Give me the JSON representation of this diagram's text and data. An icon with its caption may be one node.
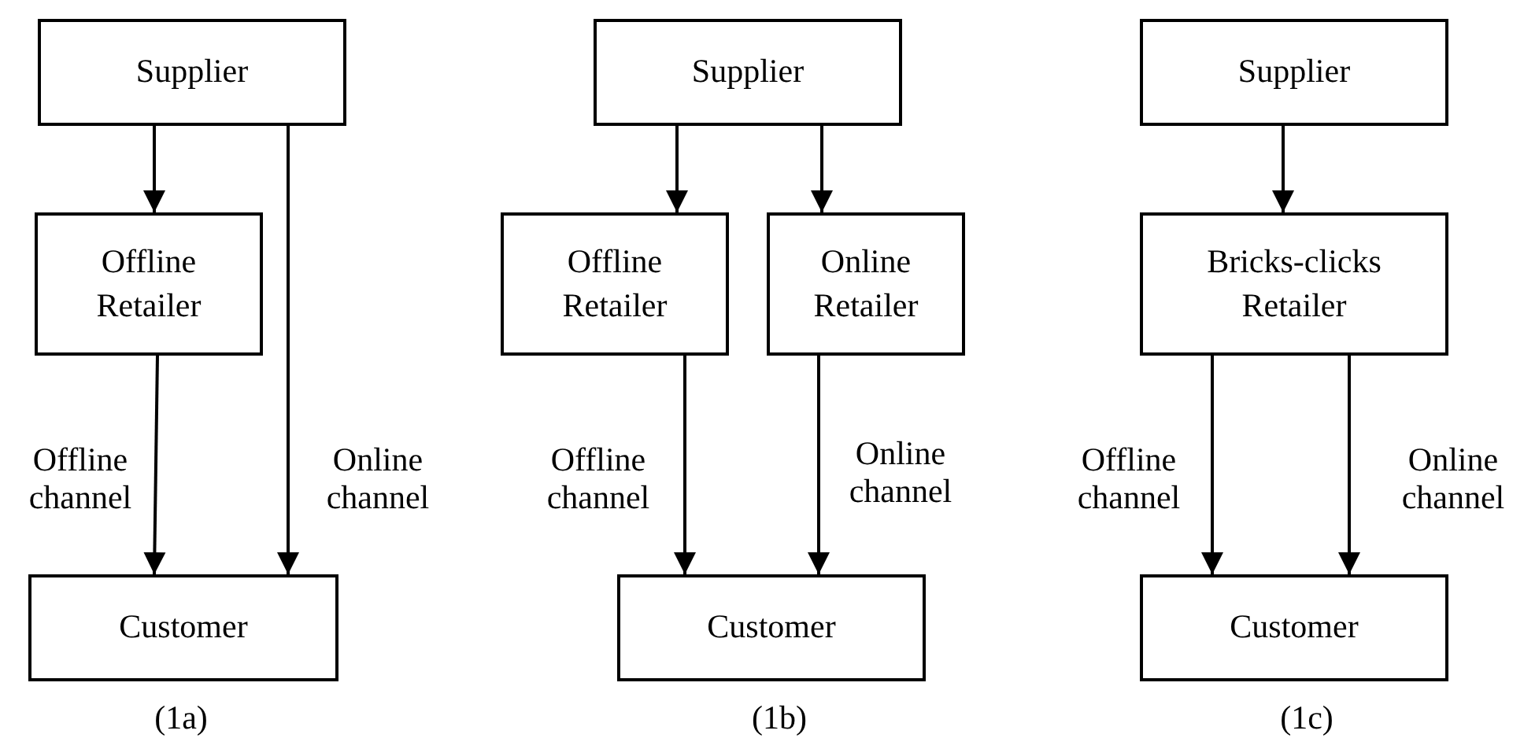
{
  "diagram": {
    "nodes": [
      {
        "text": [
          "Supplier"
        ]
      },
      {
        "text": [
          "Offline Retailer"
        ]
      },
      {
        "text": [
          "Customer"
        ]
      },
      {
        "text": [
          "Supplier"
        ]
      },
      {
        "text": [
          "Offline Retailer"
        ]
      },
      {
        "text": [
          "Online Retailer"
        ]
      },
      {
        "text": [
          "Customer"
        ]
      },
      {
        "text": [
          "Supplier"
        ]
      },
      {
        "text": [
          "Bricks-clicks Retailer"
        ]
      },
      {
        "text": [
          "Customer"
        ]
      }
    ],
    "edges": [
      {
        "from": 0,
        "to": 1,
        "arrow": "to"
      },
      {
        "from": 1,
        "to": 2,
        "arrow": "to",
        "label": "Offline channel"
      },
      {
        "from": 0,
        "to": 2,
        "arrow": "to",
        "label": "Online channel"
      },
      {
        "from": 3,
        "to": 4,
        "arrow": "to"
      },
      {
        "from": 3,
        "to": 5,
        "arrow": "to"
      },
      {
        "from": 4,
        "to": 6,
        "arrow": "to",
        "label": "Offline channel"
      },
      {
        "from": 5,
        "to": 6,
        "arrow": "to",
        "label": "Online channel"
      },
      {
        "from": 7,
        "to": 8,
        "arrow": "to"
      },
      {
        "from": 8,
        "to": 9,
        "arrow": "to",
        "label": "Offline channel"
      },
      {
        "from": 8,
        "to": 9,
        "arrow": "to",
        "label": "Online channel"
      }
    ],
    "labels": [
      "(1a)",
      "(1b)",
      "(1c)"
    ]
  }
}
